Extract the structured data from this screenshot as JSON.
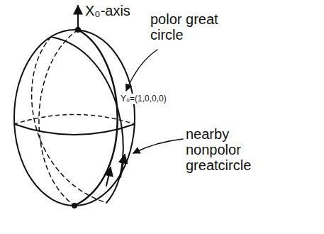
{
  "diagram": {
    "labels": [
      "X₀-axis",
      "polor great circle",
      "Y₀=(1,0,0,0)",
      "nearby nonpolor greatcircle"
    ]
  }
}
